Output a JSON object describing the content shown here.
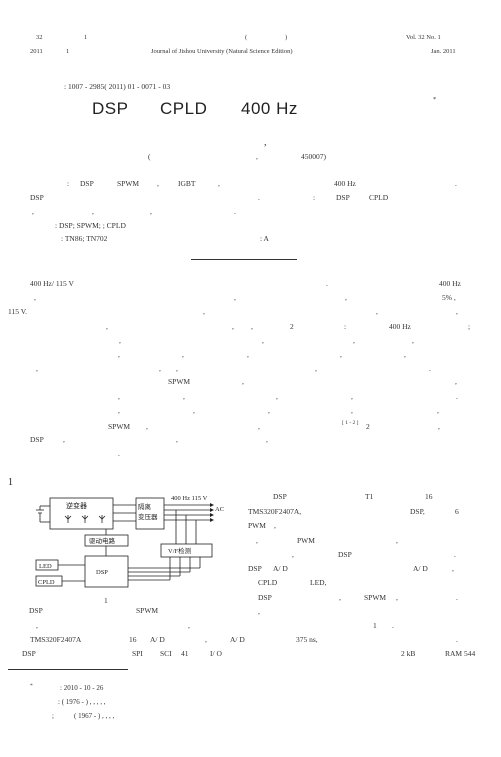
{
  "header": {
    "volume_left": "32",
    "issue_left": "1",
    "paren_open": "(",
    "paren_close": ")",
    "vol_right": "Vol.  32   No.  1",
    "year_left": "2011",
    "issue_left2": "1",
    "journal_name": "Journal of Jishou University (Natural Science Edition)",
    "date_right": "Jan.  2011"
  },
  "article": {
    "article_id": ": 1007 - 2985( 2011) 01 - 0071 - 03",
    "title_parts": [
      "DSP",
      "CPLD",
      "400 Hz"
    ],
    "star_mark": "*",
    "comma_mark": ",",
    "affiliation_open": "(",
    "affiliation_comma": ",",
    "affiliation_code": "450007)"
  },
  "abstract": {
    "line1": [
      ":",
      "DSP",
      "SPWM",
      ",",
      "IGBT",
      ",",
      "400 Hz",
      "."
    ],
    "line2": [
      "DSP",
      ".",
      ":",
      "DSP",
      "CPLD"
    ],
    "line3": [
      ",",
      ",",
      ",",
      "."
    ],
    "keywords": ": DSP; SPWM;       ; CPLD",
    "clc": ": TN86; TN702",
    "doc_code": ": A"
  },
  "body": {
    "intro_lines": [
      [
        "400 Hz/ 115 V",
        ".",
        "400 Hz"
      ],
      [
        ",",
        ",",
        ",",
        "5% ,"
      ],
      [
        "115 V.",
        ",",
        ",",
        ","
      ],
      [
        ",",
        ",",
        ",",
        "2",
        ":",
        "400 Hz",
        ";"
      ],
      [
        ",",
        ",",
        ",",
        ","
      ],
      [
        ",",
        ",",
        ",",
        ",",
        ","
      ],
      [
        ",",
        ",",
        ",",
        ",",
        "."
      ],
      [
        "SPWM",
        ",",
        ","
      ],
      [
        ",",
        ",",
        ",",
        ",",
        "."
      ],
      [
        ",",
        ",",
        ",",
        ",",
        ","
      ],
      [
        "SPWM",
        ",",
        ",",
        "[ 1 - 2 ]",
        "2",
        ","
      ],
      [
        "DSP",
        ",",
        ",",
        ","
      ],
      [
        "."
      ]
    ],
    "section_number": "1",
    "right_col": [
      [
        "DSP",
        "T1",
        "16"
      ],
      [
        "TMS320F2407A,",
        "DSP,",
        "6"
      ],
      [
        "PWM",
        ","
      ],
      [
        ",",
        "PWM",
        ","
      ],
      [
        ",",
        "DSP",
        "."
      ],
      [
        "DSP",
        "A/ D",
        "A/ D",
        ","
      ],
      [
        "CPLD",
        "LED,"
      ],
      [
        "DSP",
        ",",
        "SPWM",
        ",",
        "."
      ],
      [
        ","
      ],
      [
        ",",
        ",",
        "1",
        "."
      ]
    ],
    "figure_caption_num": "1",
    "para_after_fig": [
      "DSP",
      "SPWM"
    ],
    "line_b1": [
      ",",
      ","
    ],
    "line_b2": [
      "TMS320F2407A",
      "16",
      "A/ D",
      ",",
      "A/ D",
      "375 ns,",
      "."
    ],
    "line_b3": [
      "DSP",
      "SPI",
      "SCI",
      "41",
      "I/ O",
      "2  kB",
      "RAM  544"
    ]
  },
  "figure": {
    "inverter_label": "逆变器",
    "isolation_label_1": "隔离",
    "isolation_label_2": "变压器",
    "output_label": "400 Hz 115 V",
    "ac_label": "AC",
    "driver_label": "驱动电路",
    "vf_label": "V/F检测",
    "dsp_label": "DSP",
    "led_label": "LED",
    "cpld_label": "CPLD"
  },
  "footnotes": {
    "star": "*",
    "received": ": 2010 - 10 - 26",
    "author1": ":           ( 1976 - ) ,     ,             ,               ,      ,",
    "author2_prefix": ";",
    "author2": "( 1967 - ) ,     ,                ,                                                    ,"
  }
}
